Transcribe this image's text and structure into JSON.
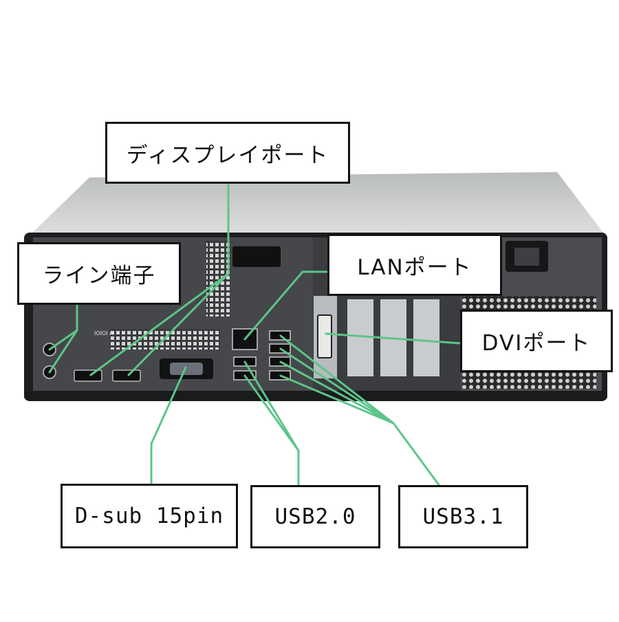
{
  "labels": {
    "display_port": "ディスプレイポート",
    "line_terminal": "ライン端子",
    "lan_port": "LANポート",
    "dvi_port": "DVIポート",
    "dsub": "D-sub 15pin",
    "usb2": "USB2.0",
    "usb3": "USB3.1"
  },
  "chassis": {
    "audio_label": "IOIOI A"
  },
  "colors": {
    "leader_line": "#5cc58a",
    "chassis_top": "#cdd0cf",
    "chassis_body": "#2b2c2e",
    "chassis_frame": "#1d1e20",
    "label_border": "#111111"
  }
}
